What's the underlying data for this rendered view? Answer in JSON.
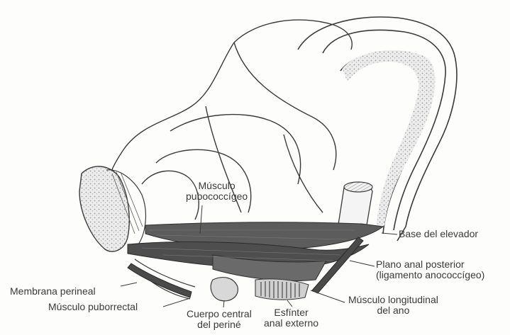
{
  "labels": {
    "musculo_pubococcigeo": [
      "Músculo",
      "pubococcígeo"
    ],
    "base_elevador": "Base del elevador",
    "plano_anal": [
      "Plano anal posterior",
      "(ligamento anococcígeo)"
    ],
    "membrana_perineal": "Membrana perineal",
    "musculo_puborrectal": "Músculo puborrectal",
    "cuerpo_central": [
      "Cuerpo central",
      "del periné"
    ],
    "esfinter": [
      "Esfínter",
      "anal externo"
    ],
    "musculo_longitudinal": [
      "Músculo longitudinal",
      "del ano"
    ]
  },
  "colors": {
    "line": "#3a3a3a",
    "muscle": "#555555",
    "bone_stipple": "#b8b8b8",
    "light_fill": "#e9e9e9"
  }
}
